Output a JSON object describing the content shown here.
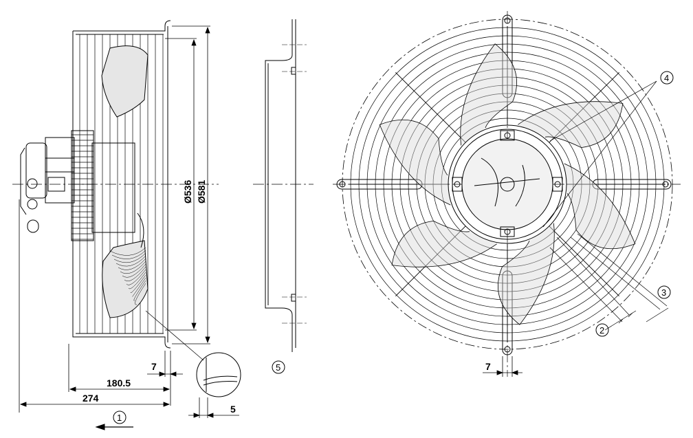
{
  "dimensions": {
    "inner_dia": "Ø536",
    "outer_dia": "Ø581",
    "offset_7_side": "7",
    "depth_180_5": "180.5",
    "depth_274": "274",
    "gap_5": "5",
    "offset_7_front": "7"
  },
  "callouts": {
    "c1": "1",
    "c2": "2",
    "c3": "3",
    "c4": "4",
    "c5": "5"
  },
  "colors": {
    "line": "#000000",
    "background": "#ffffff"
  }
}
